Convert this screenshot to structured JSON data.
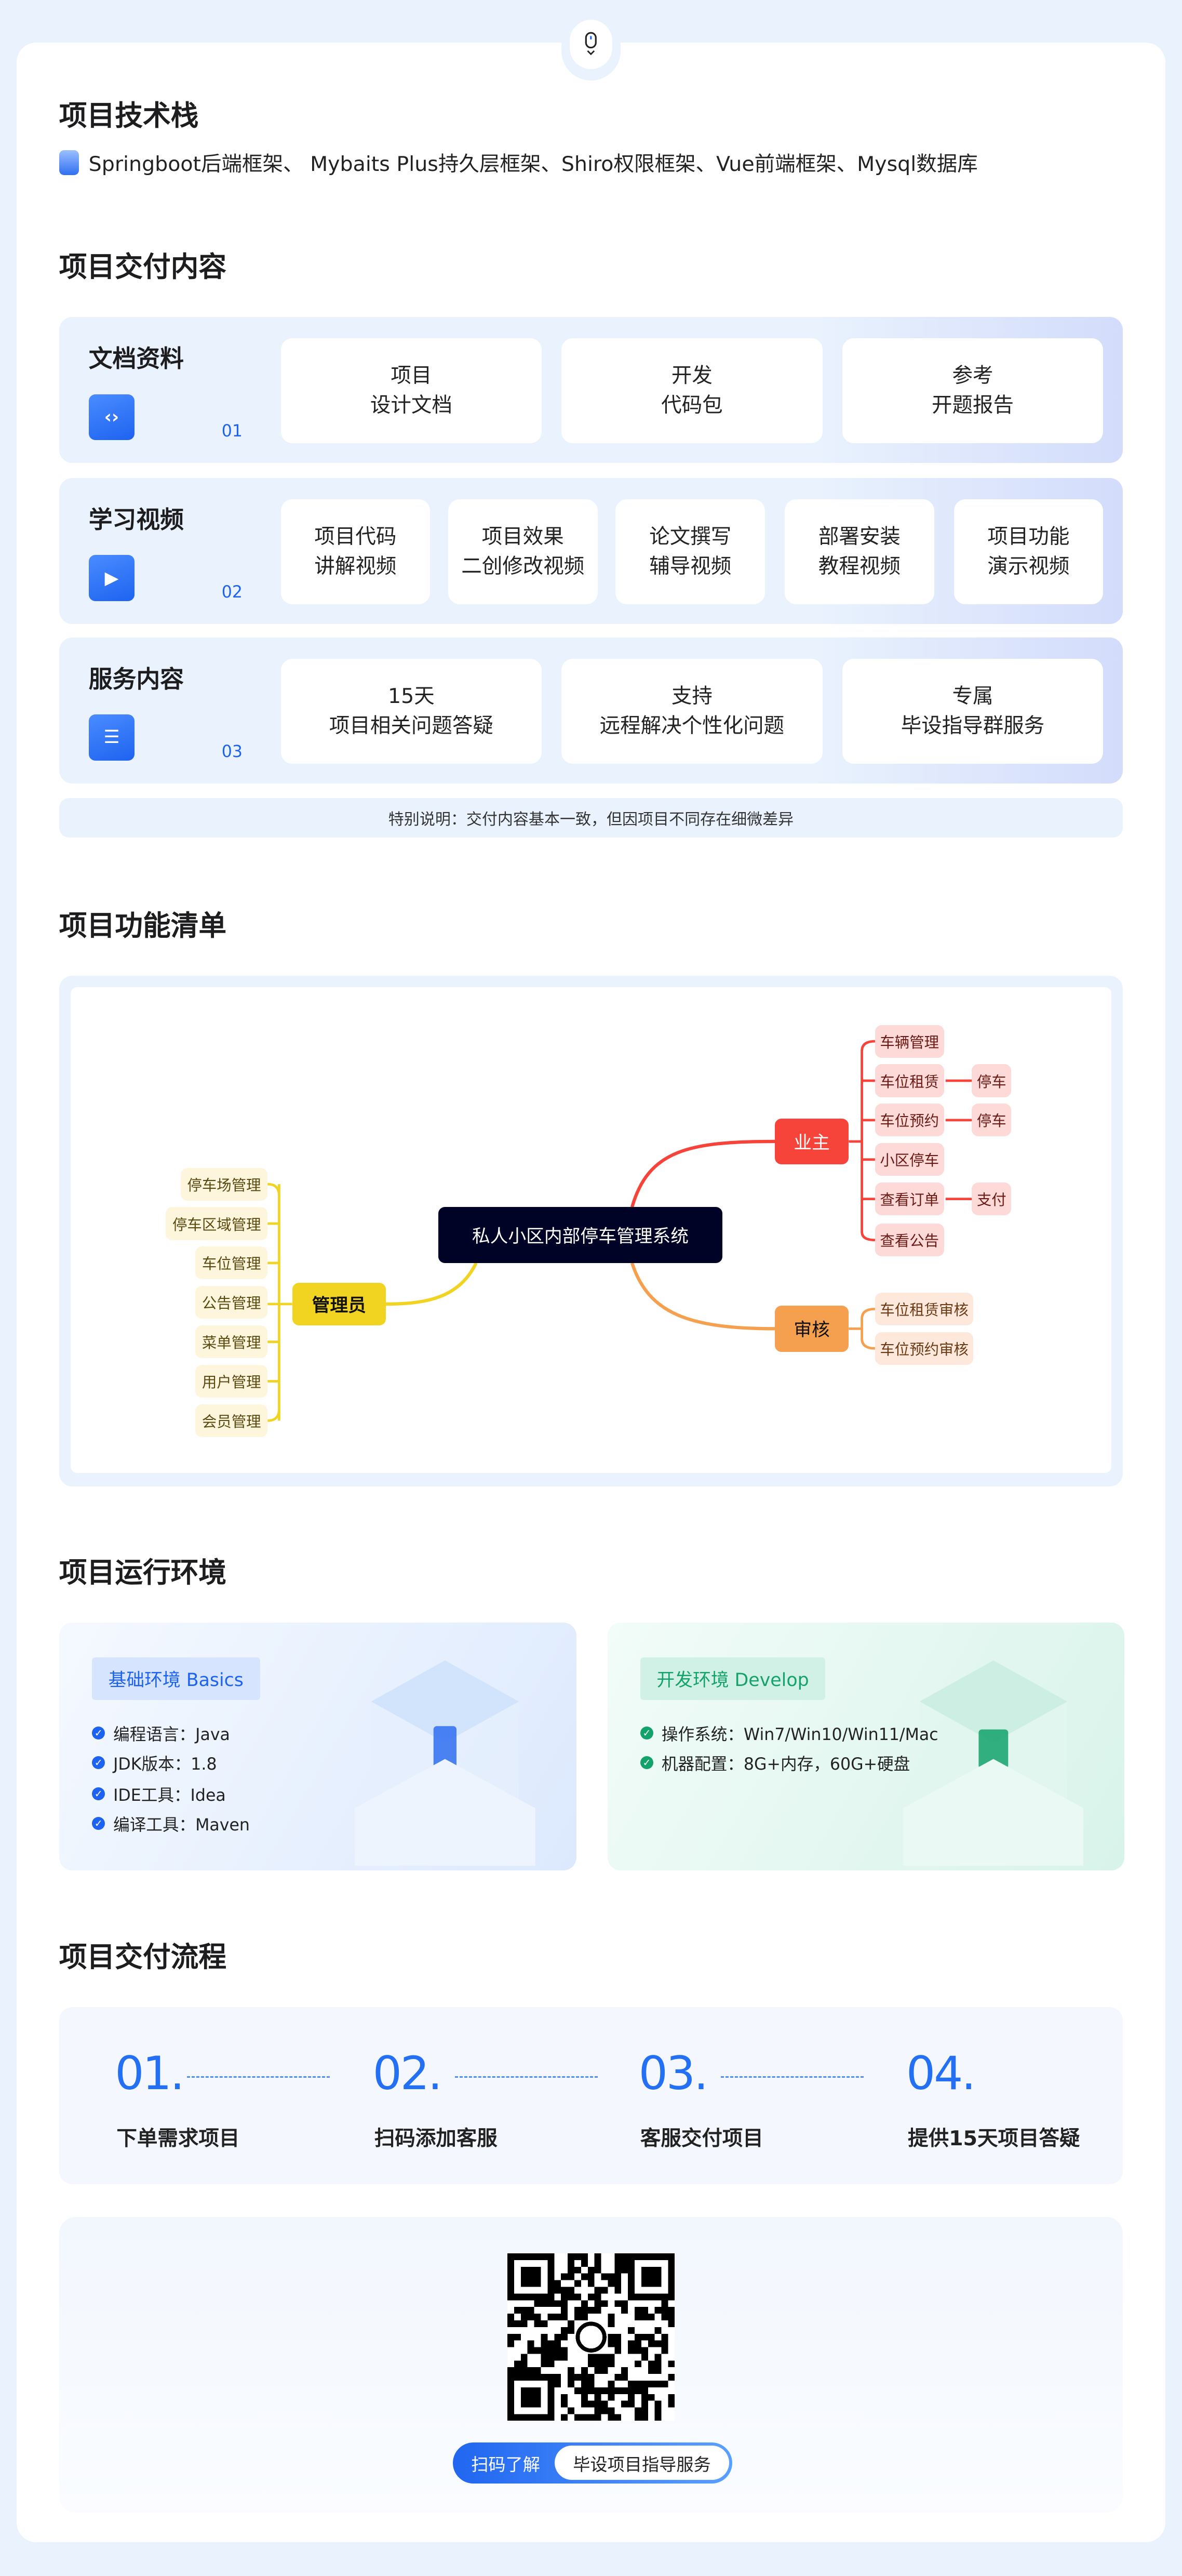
{
  "tech_stack": {
    "title": "项目技术栈",
    "items": "Springboot后端框架、 Mybaits Plus持久层框架、Shiro权限框架、Vue前端框架、Mysql数据库"
  },
  "delivery": {
    "title": "项目交付内容",
    "rows": [
      {
        "label": "文档资料",
        "num": "01",
        "items": [
          [
            "项目",
            "设计文档"
          ],
          [
            "开发",
            "代码包"
          ],
          [
            "参考",
            "开题报告"
          ]
        ]
      },
      {
        "label": "学习视频",
        "num": "02",
        "items": [
          [
            "项目代码",
            "讲解视频"
          ],
          [
            "项目效果",
            "二创修改视频"
          ],
          [
            "论文撰写",
            "辅导视频"
          ],
          [
            "部署安装",
            "教程视频"
          ],
          [
            "项目功能",
            "演示视频"
          ]
        ]
      },
      {
        "label": "服务内容",
        "num": "03",
        "items": [
          [
            "15天",
            "项目相关问题答疑"
          ],
          [
            "支持",
            "远程解决个性化问题"
          ],
          [
            "专属",
            "毕设指导群服务"
          ]
        ]
      }
    ],
    "note": "特别说明：交付内容基本一致，但因项目不同存在细微差异"
  },
  "features": {
    "title": "项目功能清单",
    "root": "私人小区内部停车管理系统",
    "admin": {
      "label": "管理员",
      "children": [
        "停车场管理",
        "停车区域管理",
        "车位管理",
        "公告管理",
        "菜单管理",
        "用户管理",
        "会员管理"
      ]
    },
    "owner": {
      "label": "业主",
      "children": [
        "车辆管理",
        "车位租赁",
        "车位预约",
        "小区停车",
        "查看订单",
        "查看公告"
      ],
      "sub": {
        "rent": "停车",
        "reserve": "停车",
        "order": "支付"
      }
    },
    "audit": {
      "label": "审核",
      "children": [
        "车位租赁审核",
        "车位预约审核"
      ]
    }
  },
  "env": {
    "title": "项目运行环境",
    "basics": {
      "tag": "基础环境  Basics",
      "items": [
        "编程语言：Java",
        "JDK版本：1.8",
        "IDE工具：Idea",
        "编译工具：Maven"
      ]
    },
    "develop": {
      "tag": "开发环境  Develop",
      "items": [
        "操作系统：Win7/Win10/Win11/Mac",
        "机器配置：8G+内存，60G+硬盘"
      ]
    }
  },
  "process": {
    "title": "项目交付流程",
    "steps": [
      {
        "num": "01.",
        "label": "下单需求项目"
      },
      {
        "num": "02.",
        "label": "扫码添加客服"
      },
      {
        "num": "03.",
        "label": "客服交付项目"
      },
      {
        "num": "04.",
        "label": "提供15天项目答疑"
      }
    ]
  },
  "qr": {
    "left": "扫码了解",
    "right": "毕设项目指导服务"
  },
  "colors": {
    "accent": "#2370f4",
    "owner": "#f7443a",
    "admin": "#f1d321",
    "audit": "#f5a04e",
    "root": "#000226",
    "green": "#12a26a"
  }
}
